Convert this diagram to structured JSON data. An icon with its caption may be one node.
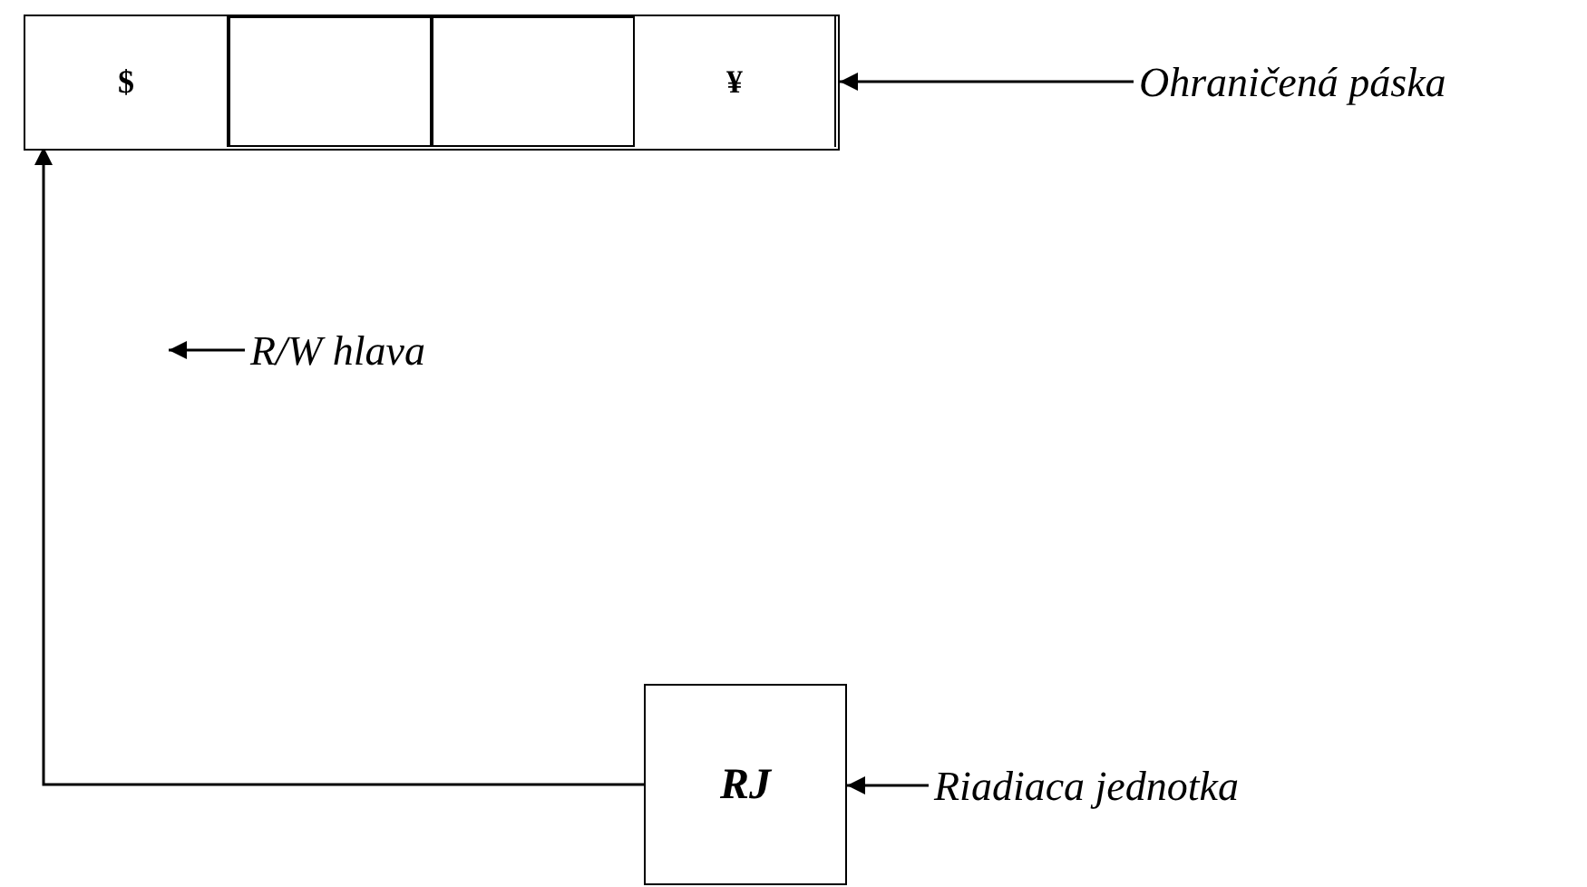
{
  "diagram": {
    "nodes": [
      {
        "text": [],
        "shape": "box"
      },
      {
        "text": [
          "$"
        ],
        "in": 0
      },
      {
        "text": [],
        "shape": "box",
        "in": 0
      },
      {
        "text": [],
        "shape": "box",
        "in": 0
      },
      {
        "text": [
          "¥"
        ],
        "in": 0
      },
      {
        "text": [
          "RJ"
        ]
      },
      {
        "text": [
          "Ohraničená páska"
        ]
      },
      {
        "text": [
          "R/W hlava"
        ]
      },
      {
        "text": [
          "Riadiaca jednotka"
        ]
      }
    ],
    "edges": [
      {
        "from": 5,
        "to": 1,
        "arrow": "to"
      },
      {
        "from": 6,
        "to": 0,
        "arrow": "to"
      },
      {
        "from": 7,
        "to": null,
        "arrow": "to"
      },
      {
        "from": 8,
        "to": 5,
        "arrow": "to"
      }
    ]
  }
}
